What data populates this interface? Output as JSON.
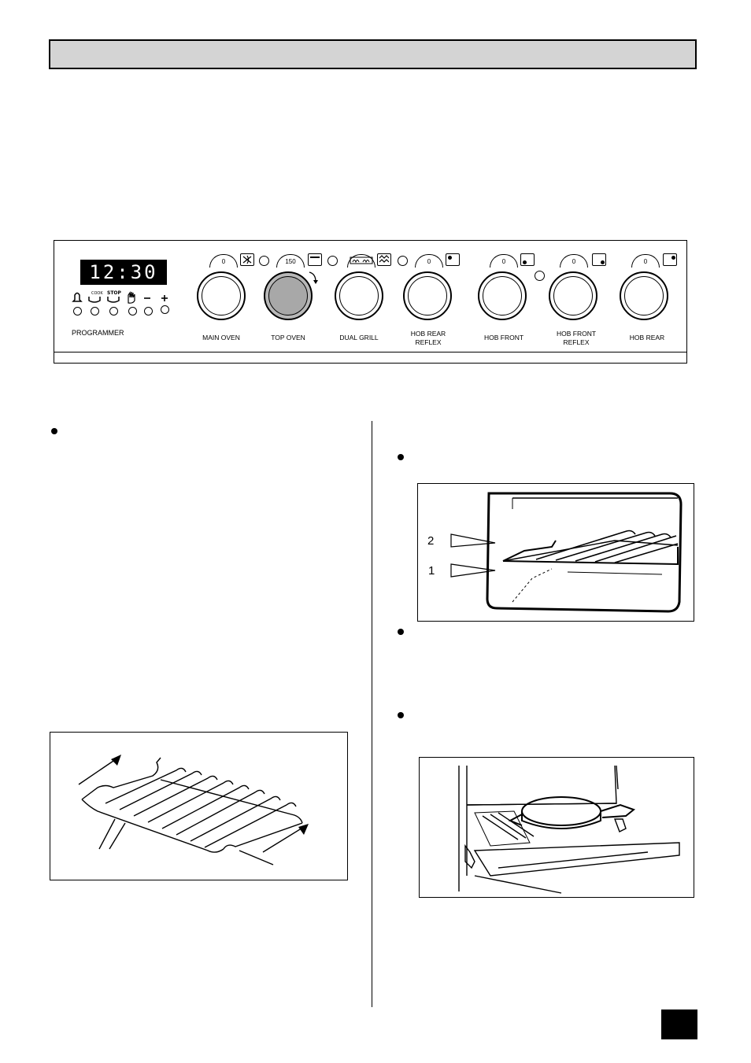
{
  "control_panel": {
    "clock": "12:30",
    "programmer_label": "PROGRAMMER",
    "programmer_icons": [
      {
        "icon": "bell-icon"
      },
      {
        "icon": "cook-time-icon",
        "text": "COOK"
      },
      {
        "icon": "stop-time-icon",
        "text": "STOP"
      },
      {
        "icon": "manual-hand-icon"
      },
      {
        "icon": "minus-icon",
        "text": "−"
      },
      {
        "icon": "plus-icon",
        "text": "+"
      }
    ],
    "knobs": [
      {
        "label": "MAIN OVEN",
        "setting": "0",
        "symbol": "fan-icon"
      },
      {
        "label": "TOP OVEN",
        "setting": "150",
        "symbol": "top-oven-icon"
      },
      {
        "label": "DUAL GRILL",
        "setting": "",
        "symbol": "grill-icon"
      },
      {
        "label": "HOB REAR\nREFLEX",
        "setting": "0",
        "symbol": "hob-rear-left-icon"
      },
      {
        "label": "HOB FRONT",
        "setting": "0",
        "symbol": "hob-front-left-icon"
      },
      {
        "label": "HOB FRONT\nREFLEX",
        "setting": "0",
        "symbol": "hob-front-right-icon"
      },
      {
        "label": "HOB REAR",
        "setting": "0",
        "symbol": "hob-rear-right-icon"
      }
    ]
  },
  "figures": {
    "shelf_positions": [
      "2",
      "1"
    ]
  }
}
